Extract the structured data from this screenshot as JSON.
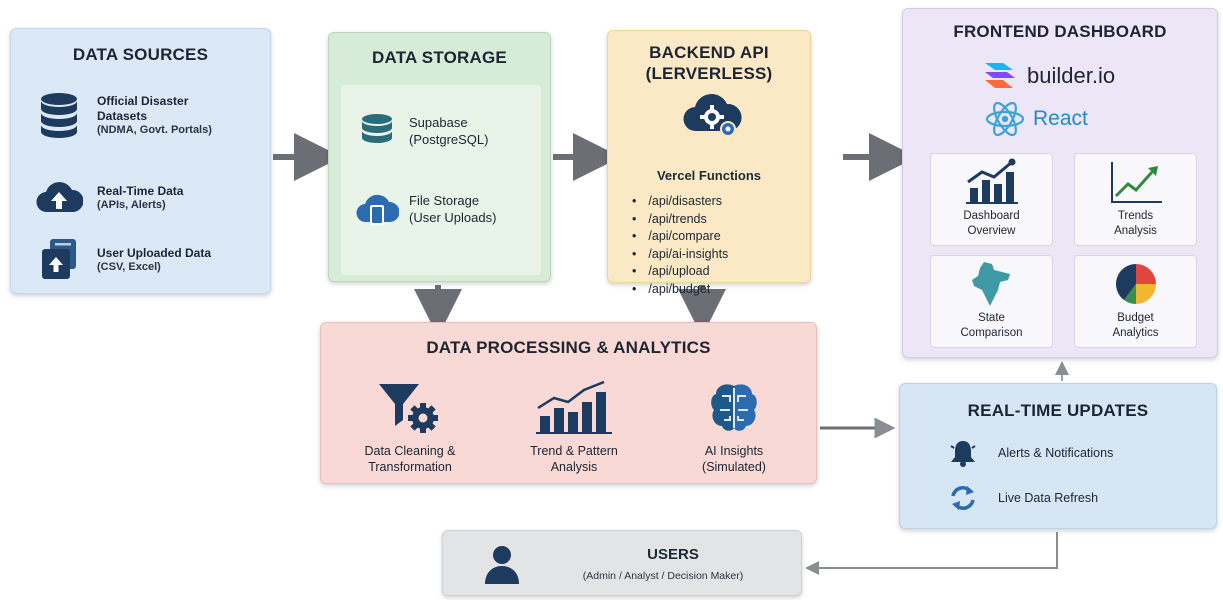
{
  "sources": {
    "title": "DATA SOURCES",
    "items": [
      {
        "label": "Official Disaster Datasets",
        "sub": "(NDMA, Govt. Portals)",
        "icon": "database-icon"
      },
      {
        "label": "Real-Time Data",
        "sub": "(APIs, Alerts)",
        "icon": "cloud-upload-icon"
      },
      {
        "label": "User Uploaded Data",
        "sub": "(CSV, Excel)",
        "icon": "upload-file-icon"
      }
    ]
  },
  "storage": {
    "title": "DATA STORAGE",
    "items": [
      {
        "label": "Supabase",
        "sub": "(PostgreSQL)",
        "icon": "database-icon"
      },
      {
        "label": "File Storage",
        "sub": "(User Uploads)",
        "icon": "cloud-file-icon"
      }
    ]
  },
  "backend": {
    "title_line1": "BACKEND API",
    "title_line2": "(LERVERLESS)",
    "functions_label": "Vercel Functions",
    "endpoints": [
      "/api/disasters",
      "/api/trends",
      "/api/compare",
      "/api/ai-insights",
      "/api/upload",
      "/api/budget"
    ]
  },
  "frontend": {
    "title": "FRONTEND DASHBOARD",
    "builder_label": "builder.io",
    "react_label": "React",
    "tiles": [
      {
        "line1": "Dashboard",
        "line2": "Overview",
        "icon": "bar-chart-icon"
      },
      {
        "line1": "Trends",
        "line2": "Analysis",
        "icon": "trend-line-icon"
      },
      {
        "line1": "State",
        "line2": "Comparison",
        "icon": "india-map-icon"
      },
      {
        "line1": "Budget",
        "line2": "Analytics",
        "icon": "pie-chart-icon"
      }
    ]
  },
  "processing": {
    "title": "DATA PROCESSING & ANALYTICS",
    "items": [
      {
        "line1": "Data Cleaning &",
        "line2": "Transformation",
        "icon": "filter-gear-icon"
      },
      {
        "line1": "Trend & Pattern",
        "line2": "Analysis",
        "icon": "bar-trend-icon"
      },
      {
        "line1": "AI Insights",
        "line2": "(Simulated)",
        "icon": "brain-icon"
      }
    ]
  },
  "realtime": {
    "title": "REAL-TIME UPDATES",
    "items": [
      {
        "label": "Alerts & Notifications",
        "icon": "bell-icon"
      },
      {
        "label": "Live Data Refresh",
        "icon": "refresh-icon"
      }
    ]
  },
  "users": {
    "title": "USERS",
    "sub": "(Admin / Analyst / Decision Maker)"
  },
  "colors": {
    "icon_navy": "#1d3b5e",
    "icon_blue": "#2b6cb0",
    "arrow_gray": "#6b6f75"
  }
}
